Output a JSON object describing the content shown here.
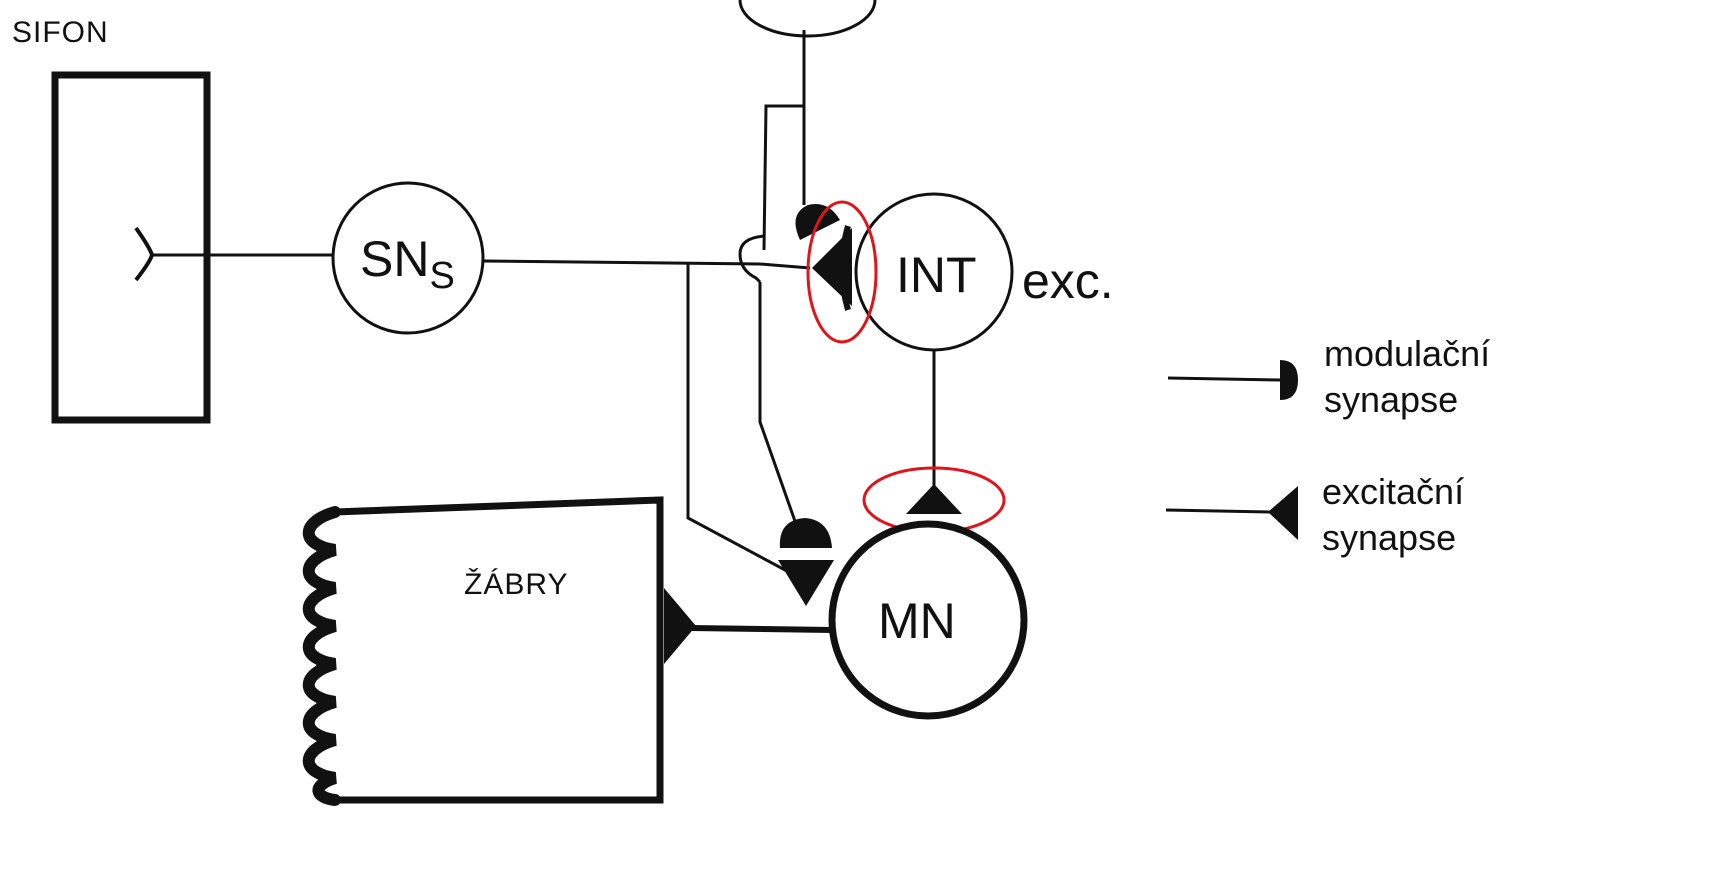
{
  "diagram": {
    "labels": {
      "siphon": "SIFON",
      "gills": "ŽÁBRY",
      "sensory_neuron_main": "SN",
      "sensory_neuron_sub": "S",
      "interneuron": "INT",
      "interneuron_note": "exc.",
      "motor_neuron": "MN"
    },
    "legend": {
      "modulatory": {
        "line1": "modulační",
        "line2": "synapse"
      },
      "excitatory": {
        "line1": "excitační",
        "line2": "synapse"
      }
    },
    "colors": {
      "ink": "#111111",
      "highlight": "#e0151b",
      "background": "#ffffff"
    }
  }
}
